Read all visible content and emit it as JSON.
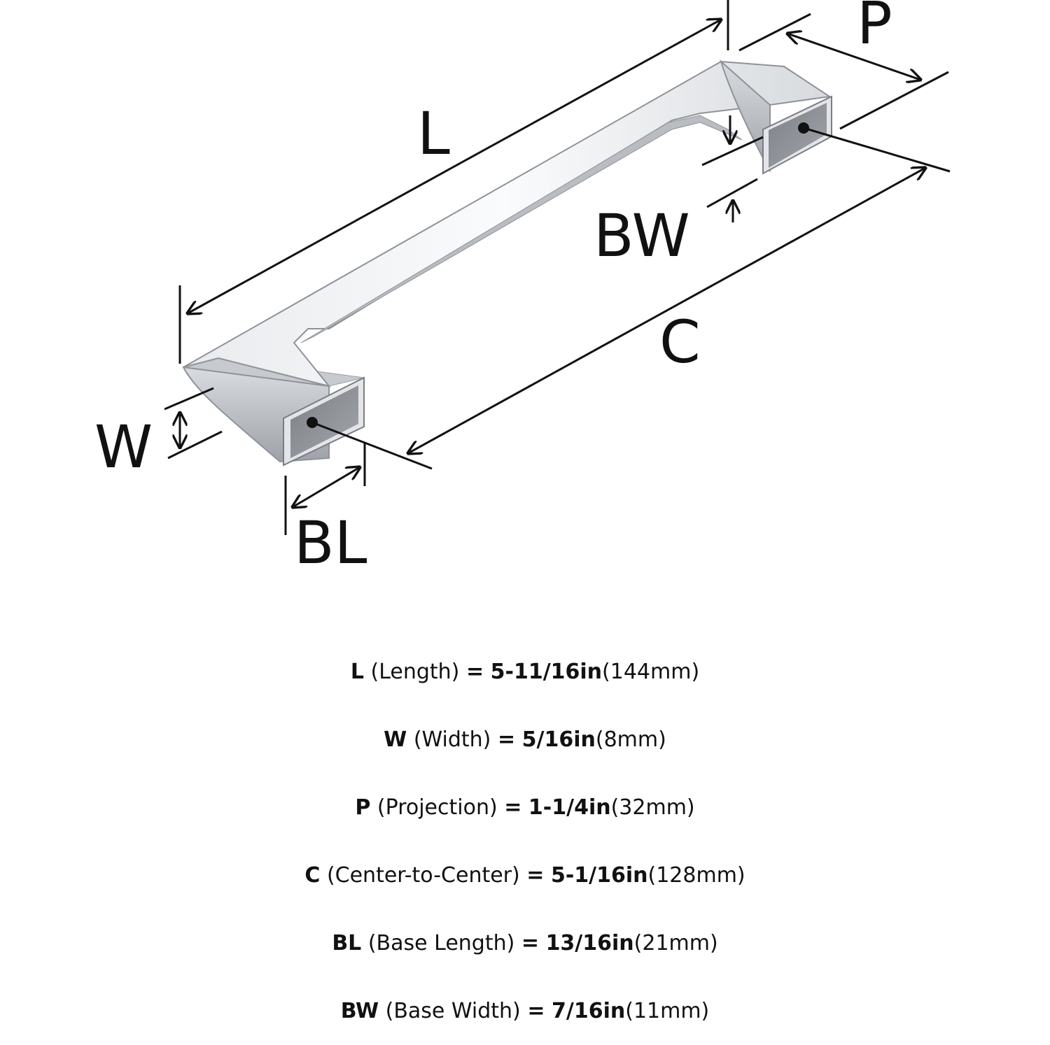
{
  "diagram": {
    "labels": {
      "L": "L",
      "P": "P",
      "BW": "BW",
      "C": "C",
      "W": "W",
      "BL": "BL"
    },
    "colors": {
      "line": "#111111",
      "metal_light": "#f4f5f7",
      "metal_mid": "#c9ccd1",
      "metal_dark": "#6e7278",
      "base_face": "#8a8d92"
    }
  },
  "specs": [
    {
      "symbol": "L",
      "name": "(Length)",
      "equals": "=",
      "imperial": "5-11/16in",
      "metric": "(144mm)"
    },
    {
      "symbol": "W",
      "name": "(Width)",
      "equals": "=",
      "imperial": "5/16in",
      "metric": "(8mm)"
    },
    {
      "symbol": "P",
      "name": "(Projection)",
      "equals": "=",
      "imperial": "1-1/4in",
      "metric": "(32mm)"
    },
    {
      "symbol": "C",
      "name": "(Center-to-Center)",
      "equals": "=",
      "imperial": "5-1/16in",
      "metric": "(128mm)"
    },
    {
      "symbol": "BL",
      "name": "(Base Length)",
      "equals": "=",
      "imperial": "13/16in",
      "metric": "(21mm)"
    },
    {
      "symbol": "BW",
      "name": "(Base Width)",
      "equals": "=",
      "imperial": "7/16in",
      "metric": "(11mm)"
    }
  ]
}
